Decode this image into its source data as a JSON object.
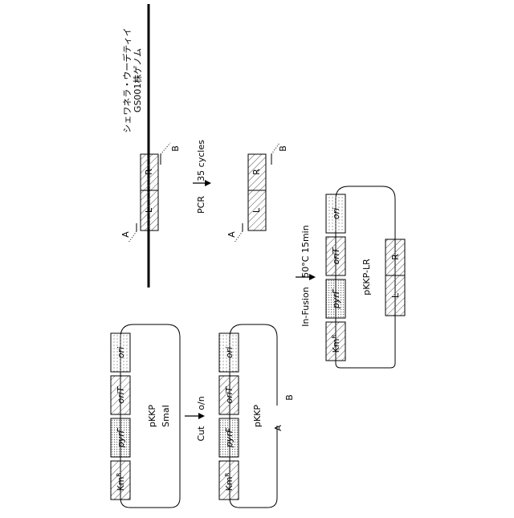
{
  "genome": {
    "line1": "シェワネラ・ウーデティイ",
    "line2": "GS001株ゲノム"
  },
  "fragment": {
    "left": "L",
    "right": "R"
  },
  "primers": {
    "a": "A",
    "b": "B"
  },
  "pcr": {
    "label": "PCR",
    "condition": "35 cycles"
  },
  "infusion": {
    "label": "In-Fusion",
    "condition": "50°C 15min"
  },
  "cut": {
    "label": "Cut",
    "condition": "o/n"
  },
  "plasmid": {
    "name": "pKKP",
    "enzyme": "SmaI",
    "product": "pKKP-LR"
  },
  "features": {
    "km": "Km",
    "km_sup": "R",
    "pyrf": "pyrF",
    "orit": "oriT",
    "ori": "ori"
  }
}
